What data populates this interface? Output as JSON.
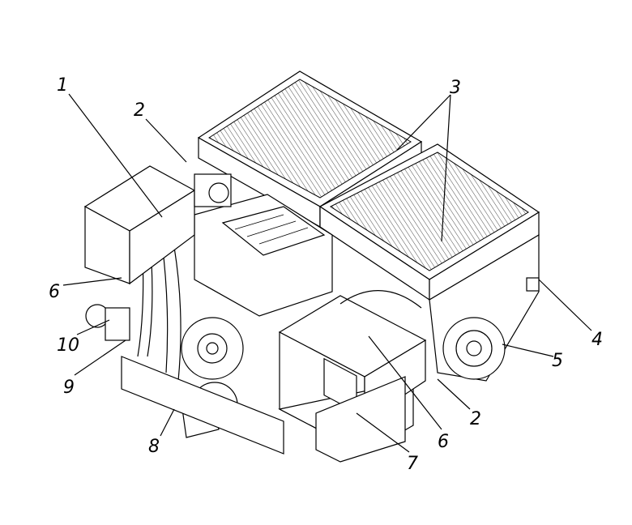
{
  "figure": {
    "subject": "engine-power-unit-assembly",
    "callouts": [
      {
        "id": "c1",
        "text": "1"
      },
      {
        "id": "c2a",
        "text": "2"
      },
      {
        "id": "c3",
        "text": "3"
      },
      {
        "id": "c4",
        "text": "4"
      },
      {
        "id": "c5",
        "text": "5"
      },
      {
        "id": "c2b",
        "text": "2"
      },
      {
        "id": "c6a",
        "text": "6"
      },
      {
        "id": "c7",
        "text": "7"
      },
      {
        "id": "c8",
        "text": "8"
      },
      {
        "id": "c9",
        "text": "9"
      },
      {
        "id": "c10",
        "text": "10"
      },
      {
        "id": "c6b",
        "text": "6"
      }
    ]
  }
}
